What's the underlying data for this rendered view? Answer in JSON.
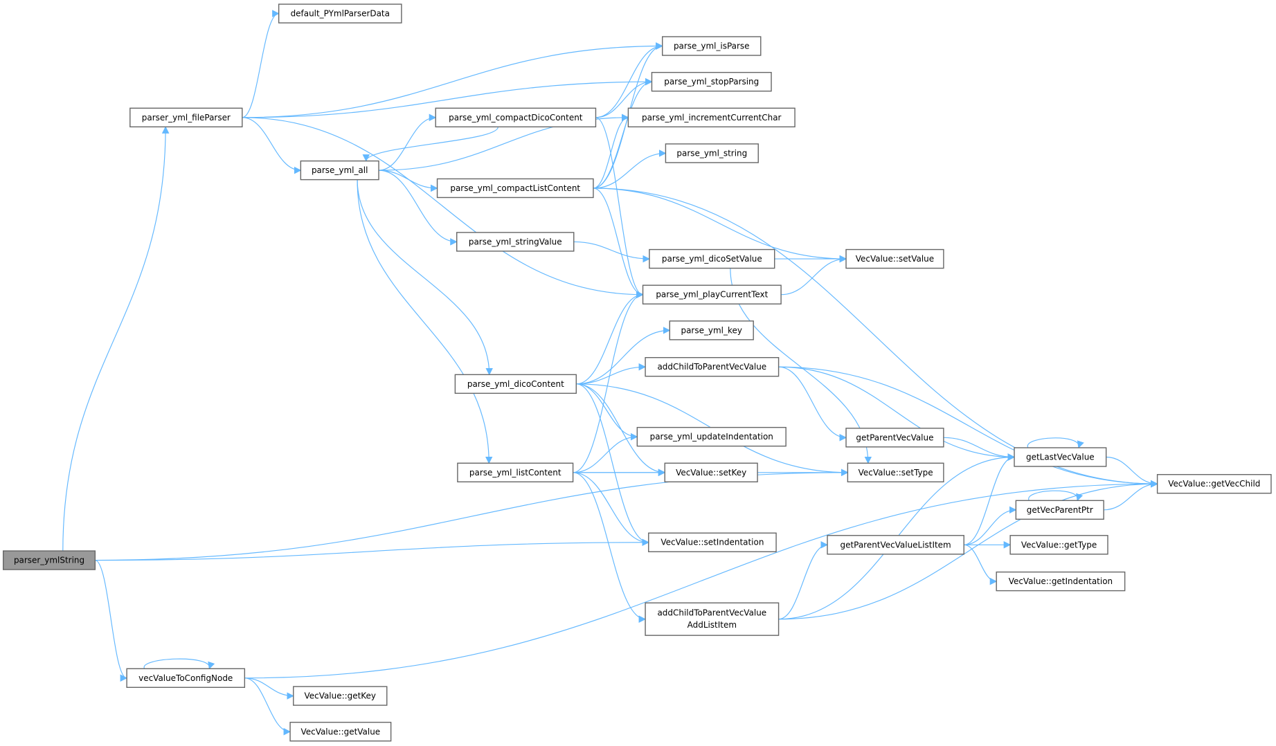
{
  "graph": {
    "type": "call-graph",
    "colors": {
      "edge": "#63b8ff",
      "node_border": "#666666",
      "root_fill": "#999999"
    },
    "root": "parser_ymlString",
    "nodes": {
      "default_PYmlParserData": {
        "label": "default_PYmlParserData"
      },
      "parse_yml_isParse": {
        "label": "parse_yml_isParse"
      },
      "parse_yml_stopParsing": {
        "label": "parse_yml_stopParsing"
      },
      "parse_yml_incrementCurrentChar": {
        "label": "parse_yml_incrementCurrentChar"
      },
      "parse_yml_string": {
        "label": "parse_yml_string"
      },
      "parser_yml_fileParser": {
        "label": "parser_yml_fileParser"
      },
      "parse_yml_compactDicoContent": {
        "label": "parse_yml_compactDicoContent"
      },
      "parse_yml_all": {
        "label": "parse_yml_all"
      },
      "parse_yml_compactListContent": {
        "label": "parse_yml_compactListContent"
      },
      "parse_yml_stringValue": {
        "label": "parse_yml_stringValue"
      },
      "parse_yml_dicoSetValue": {
        "label": "parse_yml_dicoSetValue"
      },
      "VecValue_setValue": {
        "label": "VecValue::setValue"
      },
      "parse_yml_playCurrentText": {
        "label": "parse_yml_playCurrentText"
      },
      "parse_yml_key": {
        "label": "parse_yml_key"
      },
      "addChildToParentVecValue": {
        "label": "addChildToParentVecValue"
      },
      "parse_yml_dicoContent": {
        "label": "parse_yml_dicoContent"
      },
      "parse_yml_updateIndentation": {
        "label": "parse_yml_updateIndentation"
      },
      "getParentVecValue": {
        "label": "getParentVecValue"
      },
      "getLastVecValue": {
        "label": "getLastVecValue"
      },
      "VecValue_setType": {
        "label": "VecValue::setType"
      },
      "parse_yml_listContent": {
        "label": "parse_yml_listContent"
      },
      "VecValue_setKey": {
        "label": "VecValue::setKey"
      },
      "VecValue_getVecChild": {
        "label": "VecValue::getVecChild"
      },
      "getVecParentPtr": {
        "label": "getVecParentPtr"
      },
      "VecValue_setIndentation": {
        "label": "VecValue::setIndentation"
      },
      "parser_ymlString": {
        "label": "parser_ymlString"
      },
      "getParentVecValueListItem": {
        "label": "getParentVecValueListItem"
      },
      "VecValue_getType": {
        "label": "VecValue::getType"
      },
      "VecValue_getIndentation": {
        "label": "VecValue::getIndentation"
      },
      "addChildToParentVecValueAddListItem": {
        "label": "addChildToParentVecValue",
        "label2": "AddListItem"
      },
      "vecValueToConfigNode": {
        "label": "vecValueToConfigNode"
      },
      "VecValue_getKey": {
        "label": "VecValue::getKey"
      },
      "VecValue_getValue": {
        "label": "VecValue::getValue"
      }
    },
    "edges": [
      [
        "parser_yml_fileParser",
        "default_PYmlParserData"
      ],
      [
        "parser_yml_fileParser",
        "parse_yml_isParse"
      ],
      [
        "parser_yml_fileParser",
        "parse_yml_stopParsing"
      ],
      [
        "parser_yml_fileParser",
        "parse_yml_all"
      ],
      [
        "parser_yml_fileParser",
        "parse_yml_playCurrentText"
      ],
      [
        "parse_yml_compactDicoContent",
        "parse_yml_isParse"
      ],
      [
        "parse_yml_compactDicoContent",
        "parse_yml_stopParsing"
      ],
      [
        "parse_yml_compactDicoContent",
        "parse_yml_all"
      ],
      [
        "parse_yml_compactDicoContent",
        "parse_yml_playCurrentText"
      ],
      [
        "parse_yml_all",
        "parse_yml_compactDicoContent"
      ],
      [
        "parse_yml_all",
        "parse_yml_incrementCurrentChar"
      ],
      [
        "parse_yml_all",
        "parse_yml_compactListContent"
      ],
      [
        "parse_yml_all",
        "parse_yml_stringValue"
      ],
      [
        "parse_yml_all",
        "parse_yml_dicoContent"
      ],
      [
        "parse_yml_all",
        "parse_yml_listContent"
      ],
      [
        "parse_yml_compactListContent",
        "parse_yml_isParse"
      ],
      [
        "parse_yml_compactListContent",
        "parse_yml_stopParsing"
      ],
      [
        "parse_yml_compactListContent",
        "parse_yml_incrementCurrentChar"
      ],
      [
        "parse_yml_compactListContent",
        "parse_yml_string"
      ],
      [
        "parse_yml_compactListContent",
        "VecValue_getVecChild"
      ],
      [
        "parse_yml_compactListContent",
        "VecValue_setValue"
      ],
      [
        "parse_yml_compactListContent",
        "parse_yml_playCurrentText"
      ],
      [
        "parse_yml_stringValue",
        "parse_yml_dicoSetValue"
      ],
      [
        "parse_yml_dicoSetValue",
        "VecValue_setValue"
      ],
      [
        "parse_yml_dicoSetValue",
        "VecValue_setType"
      ],
      [
        "parse_yml_playCurrentText",
        "VecValue_setValue"
      ],
      [
        "parse_yml_dicoContent",
        "parse_yml_playCurrentText"
      ],
      [
        "parse_yml_dicoContent",
        "parse_yml_key"
      ],
      [
        "parse_yml_dicoContent",
        "addChildToParentVecValue"
      ],
      [
        "parse_yml_dicoContent",
        "parse_yml_updateIndentation"
      ],
      [
        "parse_yml_dicoContent",
        "VecValue_setKey"
      ],
      [
        "parse_yml_dicoContent",
        "VecValue_setType"
      ],
      [
        "parse_yml_dicoContent",
        "VecValue_setIndentation"
      ],
      [
        "addChildToParentVecValue",
        "getParentVecValue"
      ],
      [
        "addChildToParentVecValue",
        "getLastVecValue"
      ],
      [
        "addChildToParentVecValue",
        "VecValue_getVecChild"
      ],
      [
        "parse_yml_listContent",
        "parse_yml_playCurrentText"
      ],
      [
        "parse_yml_listContent",
        "parse_yml_updateIndentation"
      ],
      [
        "parse_yml_listContent",
        "VecValue_setKey"
      ],
      [
        "parse_yml_listContent",
        "VecValue_setType"
      ],
      [
        "parse_yml_listContent",
        "VecValue_setIndentation"
      ],
      [
        "parse_yml_listContent",
        "addChildToParentVecValueAddListItem"
      ],
      [
        "getParentVecValue",
        "getLastVecValue"
      ],
      [
        "getLastVecValue",
        "getLastVecValue"
      ],
      [
        "getLastVecValue",
        "VecValue_getVecChild"
      ],
      [
        "getVecParentPtr",
        "getVecParentPtr"
      ],
      [
        "getVecParentPtr",
        "VecValue_getVecChild"
      ],
      [
        "getParentVecValueListItem",
        "getLastVecValue"
      ],
      [
        "getParentVecValueListItem",
        "getVecParentPtr"
      ],
      [
        "getParentVecValueListItem",
        "VecValue_getType"
      ],
      [
        "getParentVecValueListItem",
        "VecValue_getIndentation"
      ],
      [
        "addChildToParentVecValueAddListItem",
        "getParentVecValueListItem"
      ],
      [
        "addChildToParentVecValueAddListItem",
        "getLastVecValue"
      ],
      [
        "addChildToParentVecValueAddListItem",
        "VecValue_getVecChild"
      ],
      [
        "parser_ymlString",
        "parser_yml_fileParser"
      ],
      [
        "parser_ymlString",
        "VecValue_setIndentation"
      ],
      [
        "parser_ymlString",
        "VecValue_setType"
      ],
      [
        "parser_ymlString",
        "vecValueToConfigNode"
      ],
      [
        "vecValueToConfigNode",
        "vecValueToConfigNode"
      ],
      [
        "vecValueToConfigNode",
        "VecValue_getVecChild"
      ],
      [
        "vecValueToConfigNode",
        "VecValue_getKey"
      ],
      [
        "vecValueToConfigNode",
        "VecValue_getValue"
      ]
    ]
  }
}
